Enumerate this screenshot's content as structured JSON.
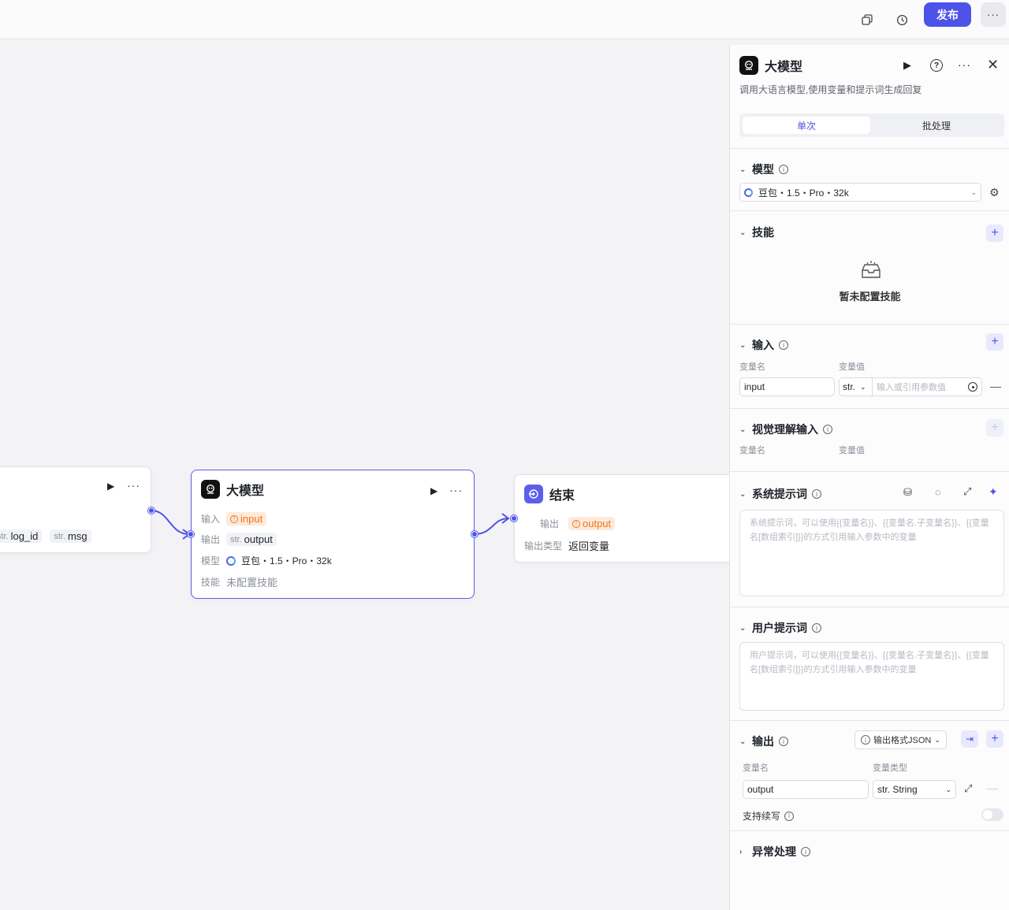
{
  "topbar": {
    "copy_icon": "copy-icon",
    "history_icon": "history-icon",
    "publish_label": "发布",
    "more_label": "···"
  },
  "canvas": {
    "partial_node": {
      "vars": [
        {
          "prefix": "str.",
          "name": "log_id"
        },
        {
          "prefix": "str.",
          "name": "msg"
        }
      ]
    },
    "llm_node": {
      "title": "大模型",
      "input_label": "输入",
      "input_value": "input",
      "output_label": "输出",
      "output_prefix": "str.",
      "output_value": "output",
      "model_label": "模型",
      "model_value": "豆包・1.5・Pro・32k",
      "skill_label": "技能",
      "skill_value": "未配置技能"
    },
    "end_node": {
      "title": "结束",
      "output_label": "输出",
      "output_value": "output",
      "output_type_label": "输出类型",
      "output_type_value": "返回变量"
    }
  },
  "panel": {
    "title": "大模型",
    "desc": "调用大语言模型,使用变量和提示词生成回复",
    "tabs": [
      {
        "label": "单次",
        "active": true
      },
      {
        "label": "批处理",
        "active": false
      }
    ],
    "model": {
      "title": "模型",
      "value": "豆包・1.5・Pro・32k"
    },
    "skills": {
      "title": "技能",
      "empty": "暂未配置技能"
    },
    "input": {
      "title": "输入",
      "col_name": "变量名",
      "col_value": "变量值",
      "name_value": "input",
      "type_value": "str.",
      "value_placeholder": "输入或引用参数值"
    },
    "vision": {
      "title": "视觉理解输入",
      "col_name": "变量名",
      "col_value": "变量值"
    },
    "system_prompt": {
      "title": "系统提示词",
      "placeholder": "系统提示词，可以使用{{变量名}}、{{变量名.子变量名}}、{{变量名[数组索引]}}的方式引用输入参数中的变量"
    },
    "user_prompt": {
      "title": "用户提示词",
      "placeholder": "用户提示词，可以使用{{变量名}}、{{变量名.子变量名}}、{{变量名[数组索引]}}的方式引用输入参数中的变量"
    },
    "output": {
      "title": "输出",
      "format": "输出格式JSON",
      "col_name": "变量名",
      "col_type": "变量类型",
      "name_value": "output",
      "type_value": "str. String",
      "continue_label": "支持续写",
      "continue_on": false
    },
    "exception": {
      "title": "异常处理"
    }
  },
  "colors": {
    "accent": "#4d53e8",
    "warn": "#f0761a"
  }
}
